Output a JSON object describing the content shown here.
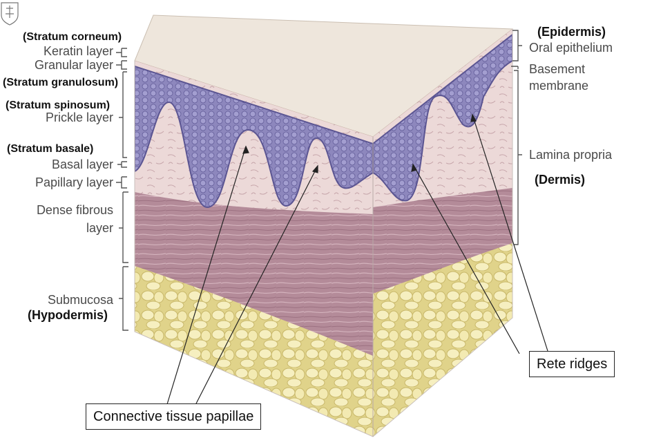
{
  "diagram": {
    "left_labels": {
      "stratum_corneum": "(Stratum corneum)",
      "keratin_layer": "Keratin layer",
      "granular_layer": "Granular layer",
      "stratum_granulosum": "(Stratum granulosum)",
      "stratum_spinosum": "(Stratum spinosum)",
      "prickle_layer": "Prickle layer",
      "stratum_basale": "(Stratum basale)",
      "basal_layer": "Basal layer",
      "papillary_layer": "Papillary layer",
      "dense_fibrous_line1": "Dense fibrous",
      "dense_fibrous_line2": "layer",
      "submucosa": "Submucosa",
      "hypodermis": "(Hypodermis)"
    },
    "right_labels": {
      "epidermis": "(Epidermis)",
      "oral_epithelium": "Oral epithelium",
      "basement_line1": "Basement",
      "basement_line2": "membrane",
      "lamina_propria": "Lamina propria",
      "dermis": "(Dermis)"
    },
    "callouts": {
      "rete_ridges": "Rete ridges",
      "connective_tissue_papillae": "Connective tissue papillae"
    },
    "colors": {
      "surface_top": "#eee6dc",
      "keratin_band": "#b06c5e",
      "epithelium": "#8d87bd",
      "epithelium_dark": "#6a63a3",
      "lamina_propria": "#ecd9d8",
      "dense_fibrous": "#b48b99",
      "submucosa_fat": "#f3eab2",
      "label_gray": "#4a4a4a"
    }
  }
}
